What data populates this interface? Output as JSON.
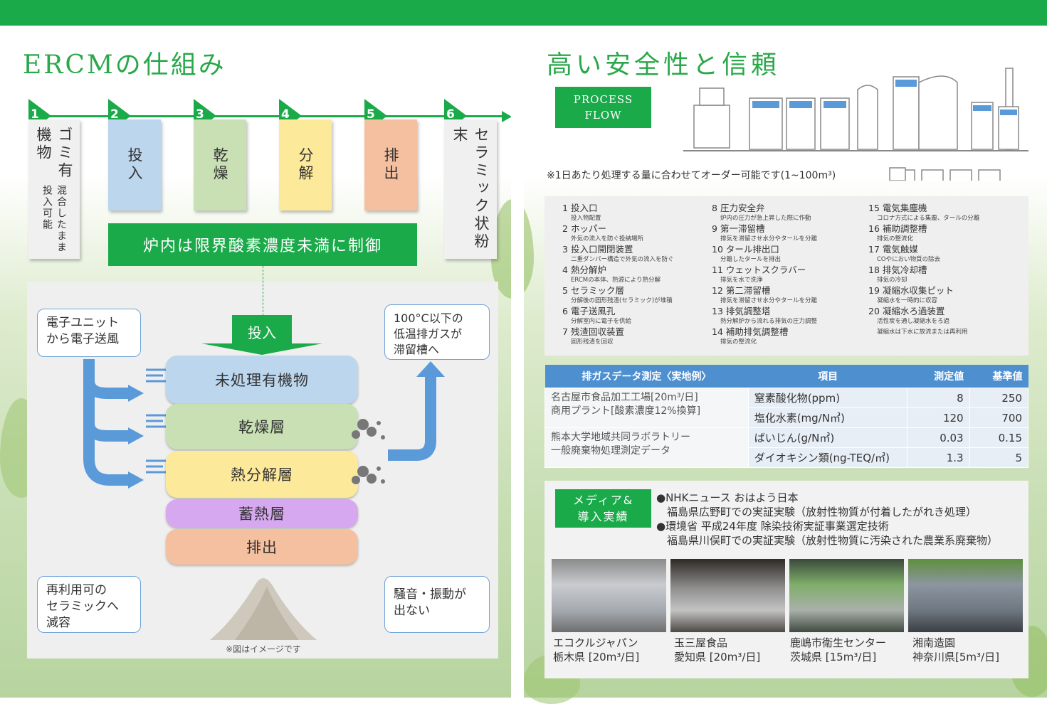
{
  "left": {
    "title": "ERCMの仕組み",
    "steps": [
      {
        "num": "1",
        "label": "ゴミ有機物",
        "sub": "混合したまま投入可能",
        "color": "#f0f0f0"
      },
      {
        "num": "2",
        "label": "投入",
        "color": "#bcd6ee"
      },
      {
        "num": "3",
        "label": "乾燥",
        "color": "#c8e0b4"
      },
      {
        "num": "4",
        "label": "分解",
        "color": "#fde99a"
      },
      {
        "num": "5",
        "label": "排出",
        "color": "#f5c09f"
      },
      {
        "num": "6",
        "label": "セラミック状粉末",
        "color": "#f0f0f0"
      }
    ],
    "banner": "炉内は限界酸素濃度未満に制御",
    "input_label": "投入",
    "bubble_electron": "電子ユニット\nから電子送風",
    "bubble_exhaust": "100°C以下の\n低温排ガスが\n滞留槽へ",
    "bubble_ceramic": "再利用可の\nセラミックへ\n減容",
    "bubble_noise": "騒音・振動が\n出ない",
    "layers": [
      {
        "label": "未処理有機物",
        "color": "#bcd6ee"
      },
      {
        "label": "乾燥層",
        "color": "#c8e0b4"
      },
      {
        "label": "熱分解層",
        "color": "#fde99a"
      },
      {
        "label": "蓄熱層",
        "color": "#d6a8f0"
      },
      {
        "label": "排出",
        "color": "#f5c09f"
      }
    ],
    "image_note": "※図はイメージです"
  },
  "right": {
    "title": "高い安全性と信頼",
    "process_flow": [
      "PROCESS",
      "FLOW"
    ],
    "capacity_note": "※1日あたり処理する量に合わせてオーダー可能です(1~100m³)",
    "components_col1": [
      {
        "no": "1",
        "name": "投入口",
        "desc": "投入物配置"
      },
      {
        "no": "2",
        "name": "ホッパー",
        "desc": "外気の流入を防ぐ投納場所"
      },
      {
        "no": "3",
        "name": "投入口開閉装置",
        "desc": "二重ダンパー構造で外気の流入を防ぐ"
      },
      {
        "no": "4",
        "name": "熱分解炉",
        "desc": "ERCMの本体、熱源により熱分解"
      },
      {
        "no": "5",
        "name": "セラミック層",
        "desc": "分解後の固形残渣(セラミック)が堆積"
      },
      {
        "no": "6",
        "name": "電子送風孔",
        "desc": "分解室内に電子を供給"
      },
      {
        "no": "7",
        "name": "残渣回収装置",
        "desc": "固形残渣を回収"
      }
    ],
    "components_col2": [
      {
        "no": "8",
        "name": "圧力安全弁",
        "desc": "炉内の圧力が急上昇した際に作動"
      },
      {
        "no": "9",
        "name": "第一滞留槽",
        "desc": "排気を滞留させ水分やタールを分離"
      },
      {
        "no": "10",
        "name": "タール排出口",
        "desc": "分離したタールを排出"
      },
      {
        "no": "11",
        "name": "ウェットスクラバー",
        "desc": "排気を水で洗浄"
      },
      {
        "no": "12",
        "name": "第二滞留槽",
        "desc": "排気を滞留させ水分やタールを分離"
      },
      {
        "no": "13",
        "name": "排気調整塔",
        "desc": "熱分解炉から流れる排気の圧力調整"
      },
      {
        "no": "14",
        "name": "補助排気調整槽",
        "desc": "排気の整流化"
      }
    ],
    "components_col3": [
      {
        "no": "15",
        "name": "電気集塵機",
        "desc": "コロナ方式による集塵、タールの分離"
      },
      {
        "no": "16",
        "name": "補助調整槽",
        "desc": "排気の整流化"
      },
      {
        "no": "17",
        "name": "電気触媒",
        "desc": "COやにおい物質の除去"
      },
      {
        "no": "18",
        "name": "排気冷却槽",
        "desc": "排気の冷却"
      },
      {
        "no": "19",
        "name": "凝縮水収集ピット",
        "desc": "凝縮水を一時的に収容"
      },
      {
        "no": "20",
        "name": "凝縮水ろ過装置",
        "desc": "活性炭を通し凝縮水をろ過\n凝縮水は下水に放流または再利用"
      }
    ],
    "gas_table": {
      "headers": [
        "排ガスデータ測定〈実地例〉",
        "項目",
        "測定値",
        "基準値"
      ],
      "source_a": "名古屋市食品加工工場[20m³/日]\n商用プラント[酸素濃度12%換算]",
      "source_b": "熊本大学地域共同ラボラトリー\n一般廃棄物処理測定データ",
      "rows": [
        {
          "item": "窒素酸化物(ppm)",
          "value": "8",
          "standard": "250"
        },
        {
          "item": "塩化水素(mg/N㎥)",
          "value": "120",
          "standard": "700"
        },
        {
          "item": "ばいじん(g/N㎥)",
          "value": "0.03",
          "standard": "0.15"
        },
        {
          "item": "ダイオキシン類(ng-TEQ/㎥)",
          "value": "1.3",
          "standard": "5"
        }
      ]
    },
    "media_box": [
      "メディア&",
      "導入実績"
    ],
    "media_lines": [
      "●NHKニュース おはよう日本",
      "　福島県広野町での実証実験（放射性物質が付着したがれき処理）",
      "●環境省 平成24年度 除染技術実証事業選定技術",
      "　福島県川俣町での実証実験（放射性物質に汚染された農業系廃棄物）"
    ],
    "installations": [
      {
        "name": "エコクルジャパン",
        "place": "栃木県 [20m³/日]"
      },
      {
        "name": "玉三屋食品",
        "place": "愛知県 [20m³/日]"
      },
      {
        "name": "鹿嶋市衛生センター",
        "place": "茨城県 [15m³/日]"
      },
      {
        "name": "湘南造園",
        "place": "神奈川県[5m³/日]"
      }
    ]
  },
  "colors": {
    "brand_green": "#1aaa49",
    "table_blue": "#4e8fd0"
  }
}
